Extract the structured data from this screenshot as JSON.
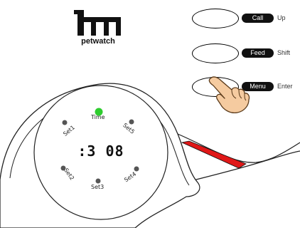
{
  "brand": {
    "name": "petwatch"
  },
  "buttons": [
    {
      "key": "call",
      "label": "Call",
      "function": "Up"
    },
    {
      "key": "feed",
      "label": "Feed",
      "function": "Shift"
    },
    {
      "key": "menu",
      "label": "Menu",
      "function": "Enter"
    }
  ],
  "dial": {
    "labels": {
      "time": "Time",
      "set1": "Set1",
      "set2": "Set2",
      "set3": "Set3",
      "set4": "Set4",
      "set5": "Set5"
    },
    "time_display": ":3 08",
    "active_indicator": "time"
  },
  "colors": {
    "active_led": "#2ecc2e",
    "inactive_led": "#555555",
    "strap_accent": "#e01818",
    "pill_background": "#111111"
  },
  "icons": {
    "logo": "petwatch-logo-icon",
    "pointer": "pointing-hand-icon"
  }
}
